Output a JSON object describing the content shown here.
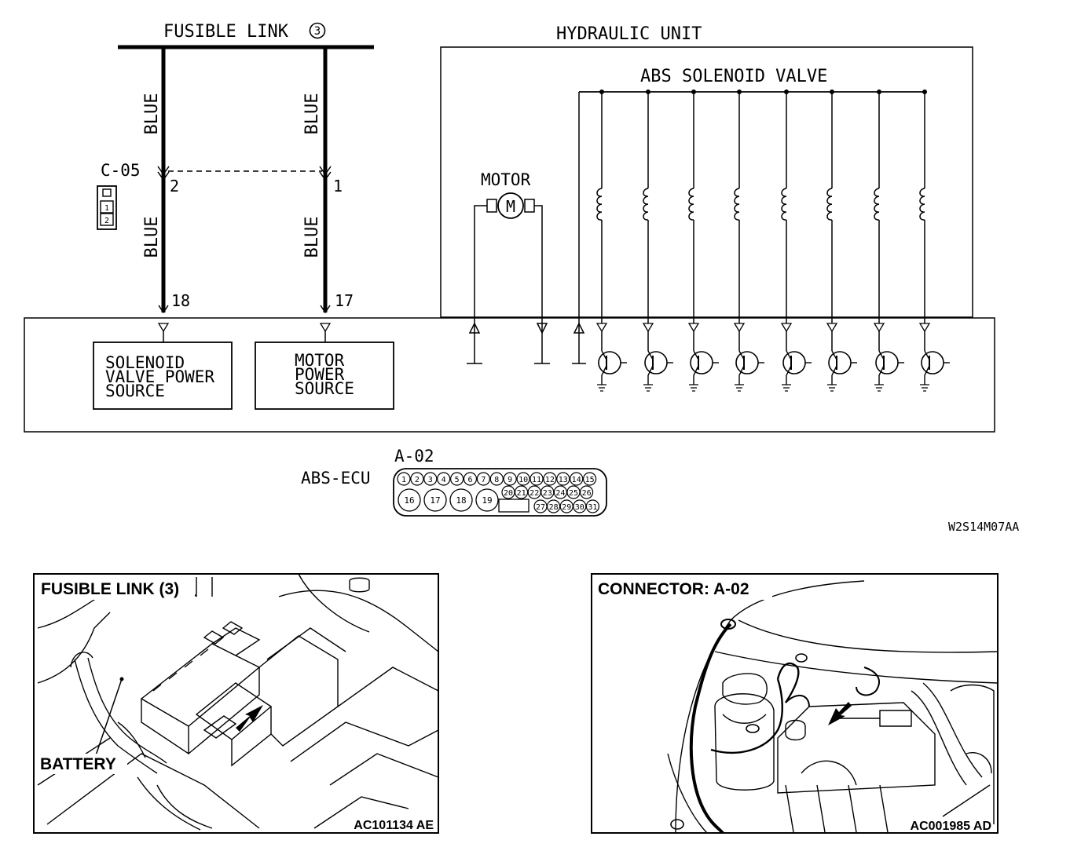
{
  "schematic": {
    "fusible_link_label": "FUSIBLE LINK",
    "fusible_link_number": "3",
    "hydraulic_unit_label": "HYDRAULIC UNIT",
    "abs_solenoid_valve_label": "ABS SOLENOID VALVE",
    "motor_label": "MOTOR",
    "motor_symbol": "M",
    "wire_color_left_upper": "BLUE",
    "wire_color_right_upper": "BLUE",
    "wire_color_left_lower": "BLUE",
    "wire_color_right_lower": "BLUE",
    "connector_c05": "C-05",
    "c05_pin_left": "2",
    "c05_pin_right": "1",
    "c05_icon_pin_1": "1",
    "c05_icon_pin_2": "2",
    "ecu_pin_left": "18",
    "ecu_pin_right": "17",
    "solenoid_box": [
      "SOLENOID",
      "VALVE POWER",
      "SOURCE"
    ],
    "motor_box": [
      "MOTOR",
      "POWER",
      "SOURCE"
    ],
    "connector_a02": "A-02",
    "abs_ecu_label": "ABS-ECU",
    "a02_row1": [
      "1",
      "2",
      "3",
      "4",
      "5",
      "6",
      "7",
      "8",
      "9",
      "10",
      "11",
      "12",
      "13",
      "14",
      "15"
    ],
    "a02_row2_big": [
      "16",
      "17",
      "18",
      "19"
    ],
    "a02_row2_small": [
      "20",
      "21",
      "22",
      "23",
      "24",
      "25",
      "26"
    ],
    "a02_row3_small": [
      "27",
      "28",
      "29",
      "30",
      "31"
    ],
    "figure_code": "W2S14M07AA"
  },
  "photo_left": {
    "title": "FUSIBLE LINK (3)",
    "battery_label": "BATTERY",
    "code": "AC101134 AE"
  },
  "photo_right": {
    "title": "CONNECTOR: A-02",
    "code": "AC001985 AD"
  }
}
